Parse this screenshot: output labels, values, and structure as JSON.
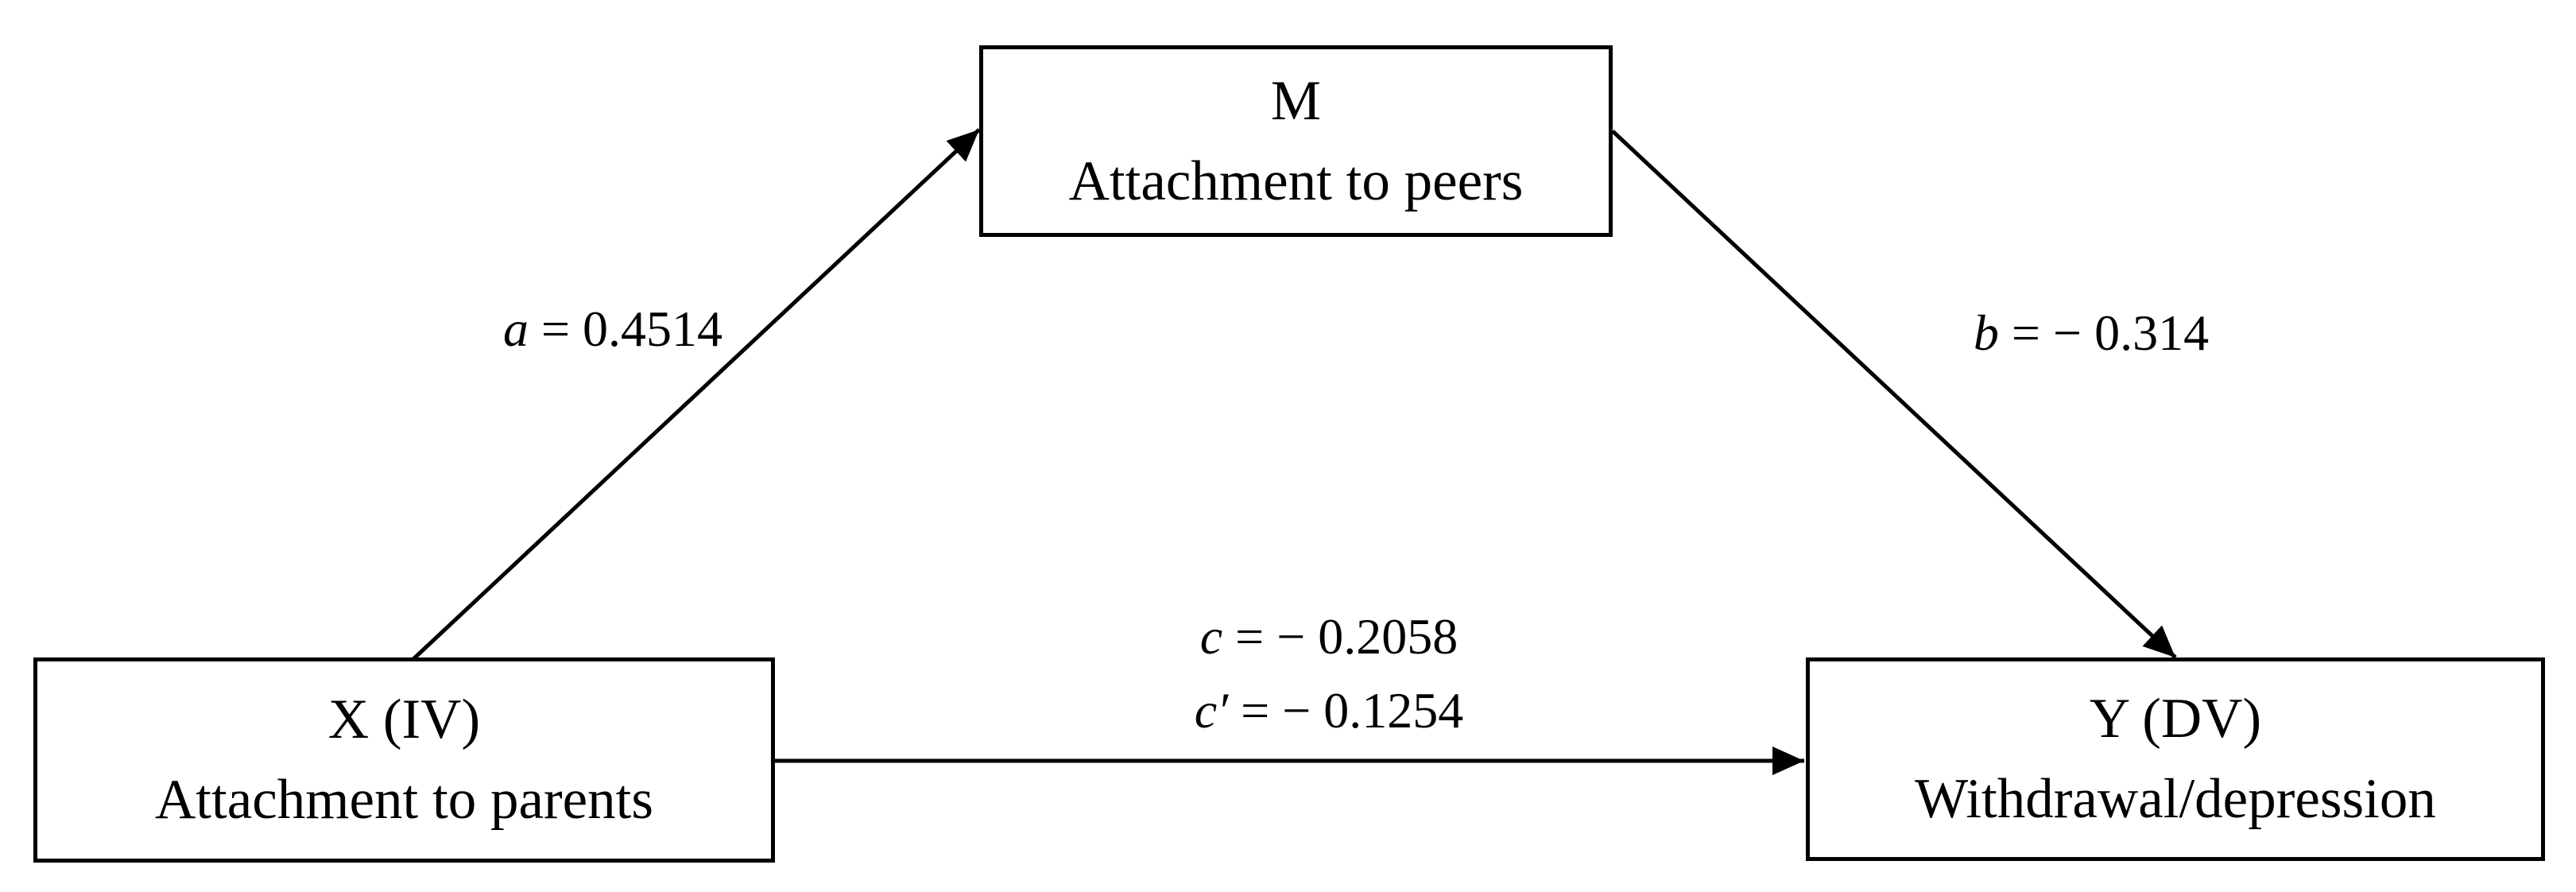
{
  "nodes": {
    "mediator": {
      "symbol": "M",
      "label": "Attachment to peers"
    },
    "independent": {
      "symbol": "X (IV)",
      "label": "Attachment to parents"
    },
    "dependent": {
      "symbol": "Y (DV)",
      "label": "Withdrawal/depression"
    }
  },
  "paths": {
    "a": {
      "var": "a",
      "rest": " = 0.4514"
    },
    "b": {
      "var": "b",
      "rest": " = − 0.314"
    },
    "c": {
      "var": "c",
      "rest": " = − 0.2058"
    },
    "c_prime": {
      "var": "c′",
      "rest": " = − 0.1254"
    }
  },
  "model": {
    "type": "mediation-path-diagram",
    "edges": [
      {
        "from": "independent",
        "to": "mediator",
        "coefficient_label": "a",
        "value": 0.4514
      },
      {
        "from": "mediator",
        "to": "dependent",
        "coefficient_label": "b",
        "value": -0.314
      },
      {
        "from": "independent",
        "to": "dependent",
        "coefficient_label": "c",
        "value": -0.2058
      },
      {
        "from": "independent",
        "to": "dependent",
        "coefficient_label": "c′",
        "value": -0.1254
      }
    ]
  },
  "colors": {
    "background": "#ffffff",
    "line": "#000000",
    "text": "#000000",
    "box_border": "#000000"
  }
}
